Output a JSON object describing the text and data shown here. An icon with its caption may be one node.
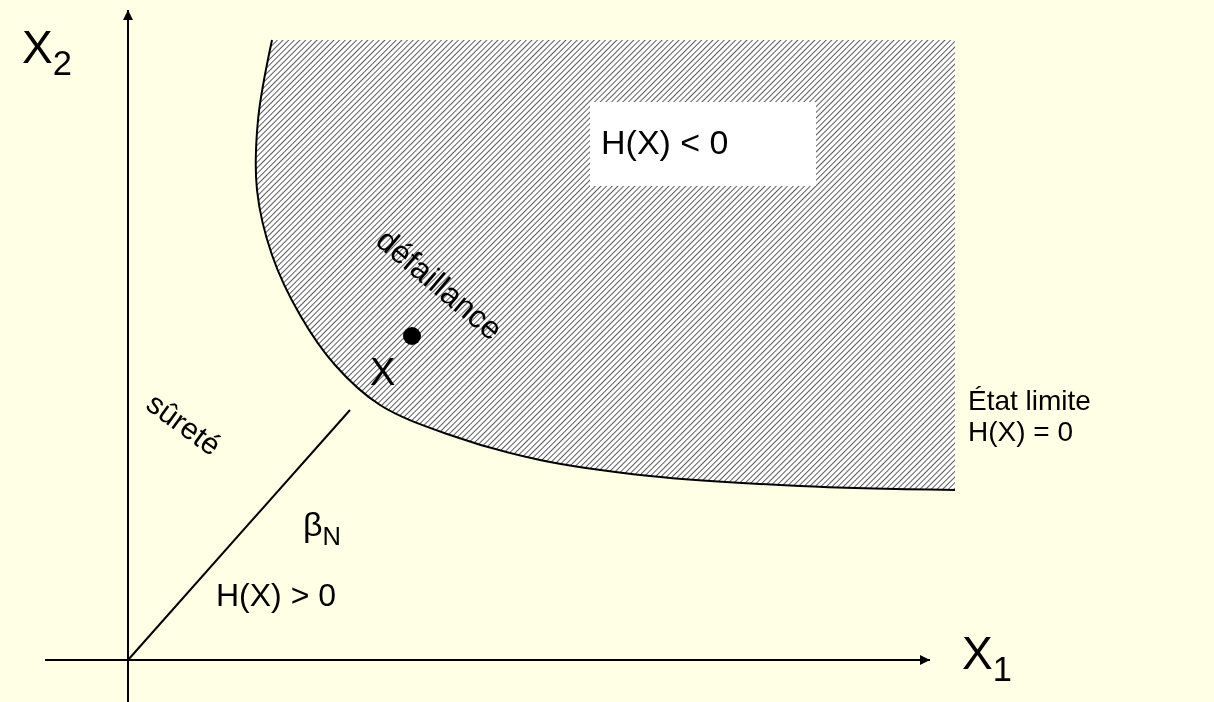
{
  "diagram": {
    "labels": [
      "X$_{2}$",
      "H(X) < 0",
      "défaillance",
      "sûreté",
      "X",
      "β$_{N}$",
      "État limite H(X) = 0",
      "H(X) > 0",
      "X$_{1}$"
    ]
  }
}
